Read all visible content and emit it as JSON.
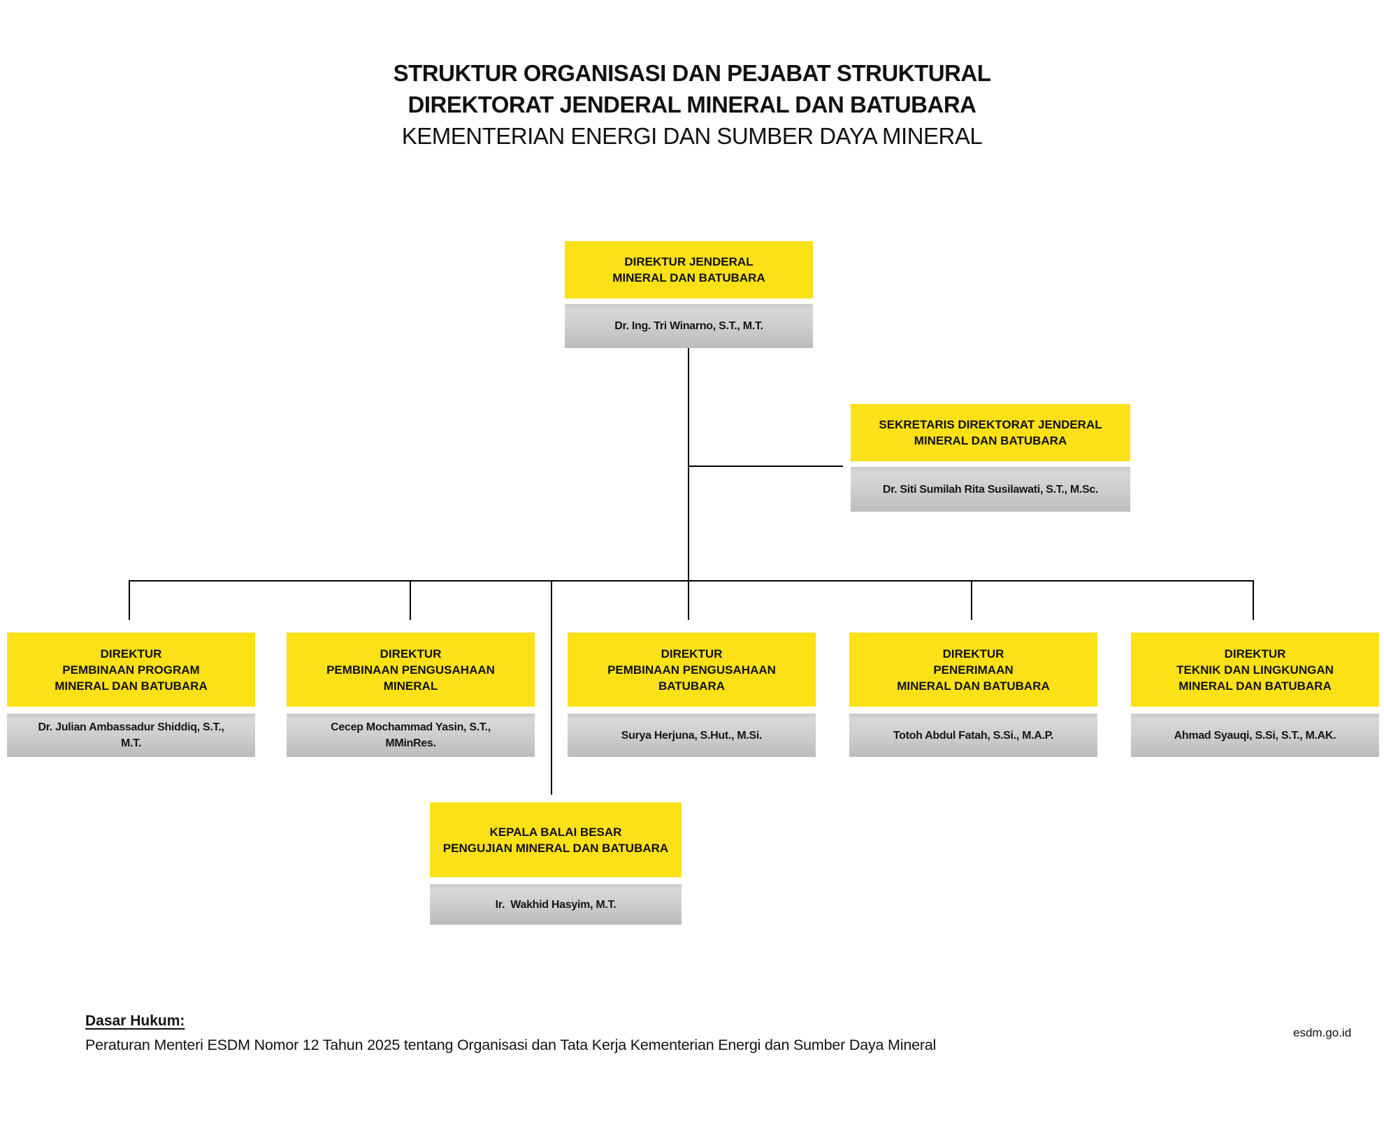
{
  "title": {
    "line1": "STRUKTUR ORGANISASI DAN PEJABAT STRUKTURAL",
    "line2": "DIREKTORAT JENDERAL MINERAL DAN BATUBARA",
    "line3": "KEMENTERIAN ENERGI DAN SUMBER DAYA MINERAL"
  },
  "colors": {
    "position_box_bg": "#fbe116",
    "name_box_bg": "#cccccc",
    "connector": "#000000",
    "text": "#111111"
  },
  "nodes": {
    "dirjen": {
      "title": "DIREKTUR JENDERAL\nMINERAL DAN BATUBARA",
      "name": "Dr. Ing. Tri Winarno, S.T., M.T."
    },
    "sekretaris": {
      "title": "SEKRETARIS DIREKTORAT JENDERAL\nMINERAL DAN BATUBARA",
      "name": "Dr. Siti Sumilah Rita Susilawati, S.T., M.Sc."
    },
    "dir_program": {
      "title": "DIREKTUR\nPEMBINAAN PROGRAM\nMINERAL DAN BATUBARA",
      "name": "Dr. Julian Ambassadur Shiddiq, S.T.,\nM.T."
    },
    "dir_pengusahaan_mineral": {
      "title": "DIREKTUR\nPEMBINAAN PENGUSAHAAN\nMINERAL",
      "name": "Cecep Mochammad Yasin, S.T.,\nMMinRes."
    },
    "dir_pengusahaan_batubara": {
      "title": "DIREKTUR\nPEMBINAAN PENGUSAHAAN\nBATUBARA",
      "name": "Surya Herjuna, S.Hut., M.Si."
    },
    "dir_penerimaan": {
      "title": "DIREKTUR\nPENERIMAAN\nMINERAL DAN BATUBARA",
      "name": "Totoh Abdul Fatah, S.Si., M.A.P."
    },
    "dir_teknik": {
      "title": "DIREKTUR\nTEKNIK DAN LINGKUNGAN\nMINERAL DAN BATUBARA",
      "name": "Ahmad Syauqi, S.Si, S.T., M.AK."
    },
    "kepala_balai": {
      "title": "KEPALA BALAI BESAR\nPENGUJIAN MINERAL DAN BATUBARA",
      "name": "Ir.  Wakhid Hasyim, M.T."
    }
  },
  "footer": {
    "dasar_hukum_label": "Dasar Hukum:",
    "dasar_hukum_text": "Peraturan Menteri ESDM Nomor 12 Tahun 2025 tentang Organisasi dan Tata Kerja Kementerian Energi dan Sumber Daya Mineral",
    "website": "esdm.go.id"
  }
}
